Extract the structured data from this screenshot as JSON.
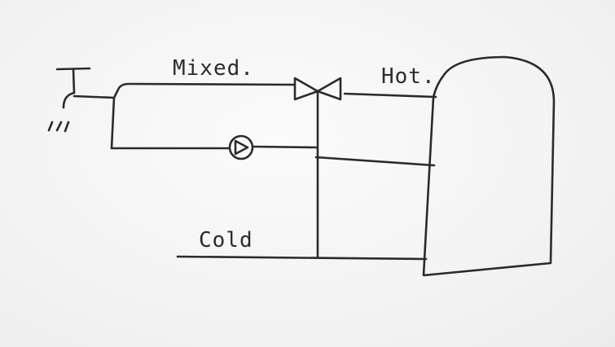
{
  "labels": {
    "mixed": "Mixed.",
    "hot": "Hot.",
    "cold": "Cold"
  },
  "icons": {
    "tap": "tap-icon",
    "mixing_valve": "mixing-valve-icon",
    "pump": "pump-icon",
    "hot_water_tank": "hot-water-tank-icon"
  },
  "colors": {
    "ink": "#2b2b2b",
    "paper": "#f4f4f4"
  }
}
